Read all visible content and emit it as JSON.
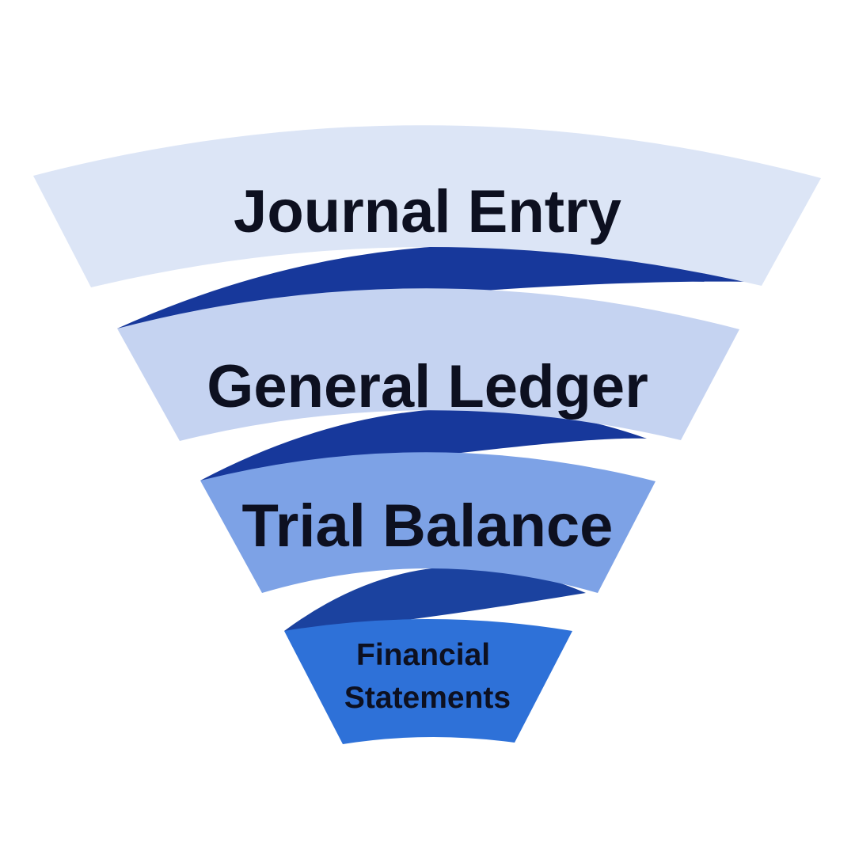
{
  "page": {
    "background": "#ffffff"
  },
  "diagram": {
    "type": "funnel",
    "orientation": "inverted",
    "text_color": "#0d1020",
    "levels": [
      {
        "id": 1,
        "label": "Journal Entry",
        "fill": "#dce5f6"
      },
      {
        "id": 2,
        "label": "General Ledger",
        "fill": "#c5d3f1"
      },
      {
        "id": 3,
        "label": "Trial Balance",
        "fill": "#7da2e6"
      },
      {
        "id": 4,
        "label": "Financial Statements",
        "fill": "#2e71d8",
        "label_lines": [
          "Financial",
          "Statements"
        ]
      }
    ],
    "connectors": [
      {
        "between": "journal-entry_general-ledger",
        "fill": "#17389b"
      },
      {
        "between": "general-ledger_trial-balance",
        "fill": "#17389b"
      },
      {
        "between": "trial-balance_financial-statements",
        "fill": "#1b429f"
      }
    ]
  }
}
